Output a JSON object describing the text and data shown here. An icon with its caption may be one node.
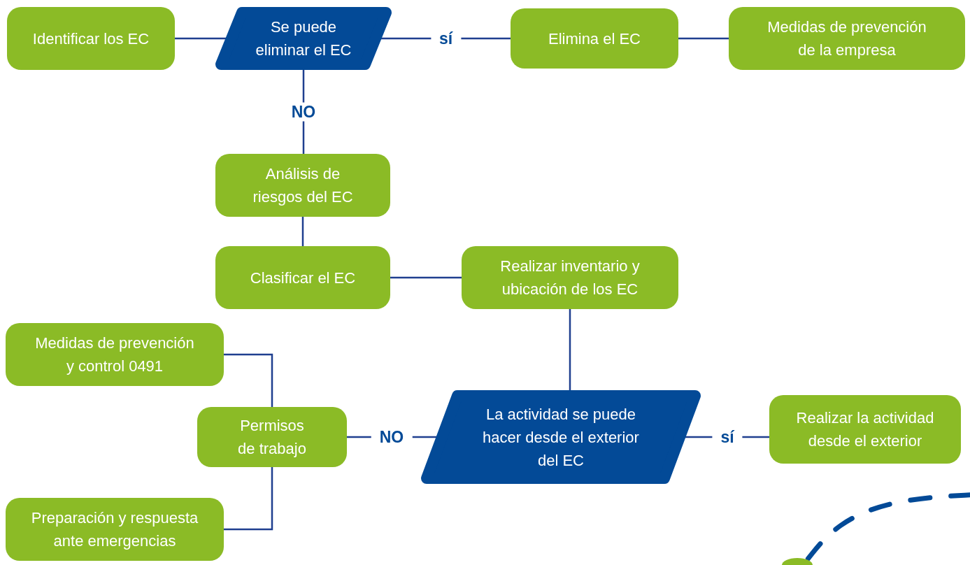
{
  "diagram": {
    "nodes": [
      {
        "text": [
          "Identificar los EC"
        ]
      },
      {
        "text": [
          "Se puede eliminar el EC"
        ]
      },
      {
        "text": [
          "Elimina el EC"
        ]
      },
      {
        "text": [
          "Medidas de prevención de la empresa"
        ]
      },
      {
        "text": [
          "Análisis de riesgos del EC"
        ]
      },
      {
        "text": [
          "Clasificar el EC"
        ]
      },
      {
        "text": [
          "Realizar inventario y ubicación de los EC"
        ]
      },
      {
        "text": [
          "Medidas de prevención y control 0491"
        ]
      },
      {
        "text": [
          "Permisos de trabajo"
        ]
      },
      {
        "text": [
          "La actividad se puede hacer desde el exterior del EC"
        ]
      },
      {
        "text": [
          "Realizar la actividad desde el exterior"
        ]
      },
      {
        "text": [
          "Preparación y respuesta ante emergencias"
        ]
      },
      {
        "text": [],
        "shape": "circle"
      }
    ],
    "edges": [
      {
        "from": 0,
        "to": 1,
        "arrow": "none"
      },
      {
        "from": 1,
        "to": 2,
        "arrow": "none",
        "label": "sí"
      },
      {
        "from": 2,
        "to": 3,
        "arrow": "none"
      },
      {
        "from": 1,
        "to": 4,
        "arrow": "none",
        "label": "NO"
      },
      {
        "from": 4,
        "to": 5,
        "arrow": "none"
      },
      {
        "from": 5,
        "to": 6,
        "arrow": "none"
      },
      {
        "from": 6,
        "to": 9,
        "arrow": "none"
      },
      {
        "from": 9,
        "to": 8,
        "arrow": "none",
        "label": "NO"
      },
      {
        "from": 9,
        "to": 10,
        "arrow": "none",
        "label": "sí"
      },
      {
        "from": 8,
        "to": 7,
        "arrow": "none"
      },
      {
        "from": 8,
        "to": 11,
        "arrow": "none"
      },
      {
        "from": 12,
        "to": null,
        "arrow": "none",
        "style": "dashed",
        "color": "#034a97"
      }
    ]
  }
}
